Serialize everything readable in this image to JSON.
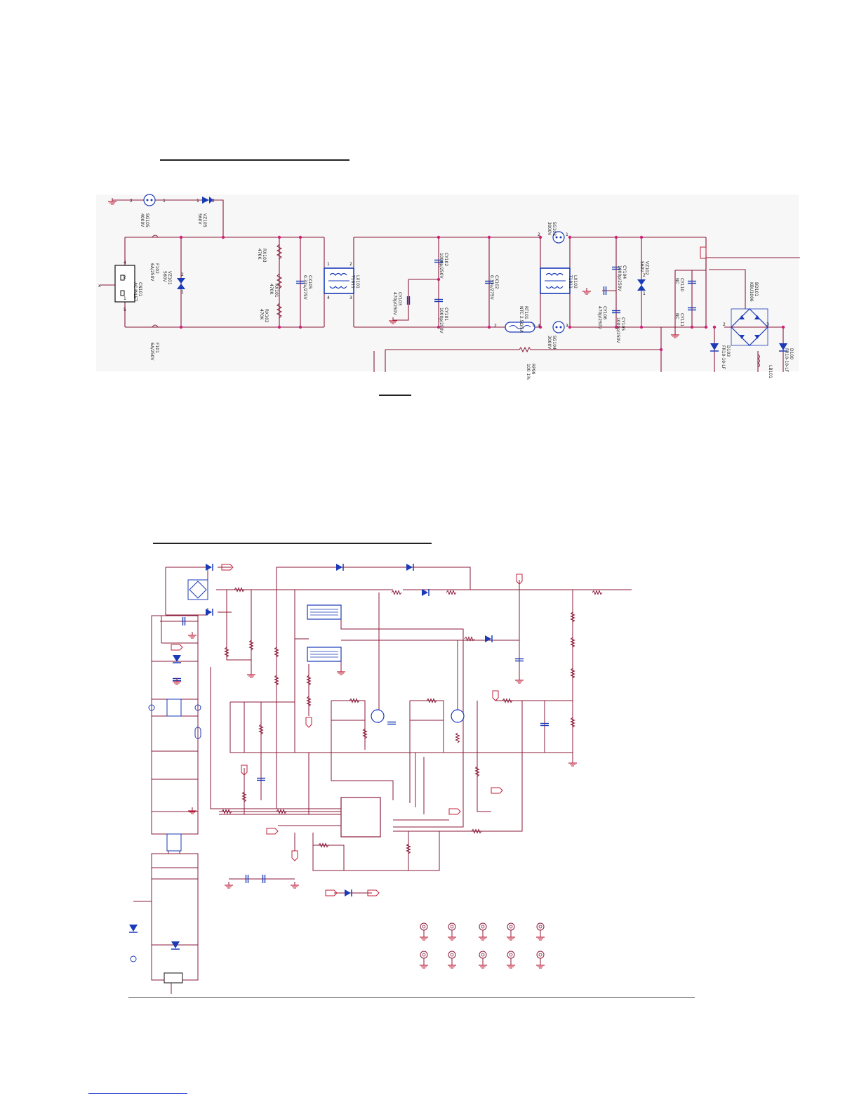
{
  "schematic_top": {
    "components": [
      {
        "ref": "CN101",
        "value": "AC INLET",
        "rot": 90
      },
      {
        "ref": "F102",
        "value": "6A/250V",
        "rot": 90
      },
      {
        "ref": "F101",
        "value": "6A/250V",
        "rot": 90
      },
      {
        "ref": "SG105",
        "value": "4000V",
        "rot": 90
      },
      {
        "ref": "VZ105",
        "value": "560V",
        "rot": 90
      },
      {
        "ref": "VZ101",
        "value": "560V",
        "rot": 90
      },
      {
        "ref": "RX103",
        "value": "470K",
        "rot": 90
      },
      {
        "ref": "RX101",
        "value": "470K",
        "rot": 90
      },
      {
        "ref": "RX102",
        "value": "470K",
        "rot": 90
      },
      {
        "ref": "CX105",
        "value": "0.33u/275V",
        "rot": 90
      },
      {
        "ref": "LX101",
        "value": "T1811",
        "rot": 90
      },
      {
        "ref": "CY102",
        "value": "1000p/250V",
        "rot": 90
      },
      {
        "ref": "CY101",
        "value": "1000p/250V",
        "rot": 90
      },
      {
        "ref": "CY103",
        "value": "470p/250V",
        "rot": 90
      },
      {
        "ref": "CX102",
        "value": "0.33u/275V",
        "rot": 90
      },
      {
        "ref": "RT101",
        "value": "NTC 2.5Ω/5A",
        "rot": 90
      },
      {
        "ref": "SG103",
        "value": "3000V",
        "rot": 90
      },
      {
        "ref": "SG104",
        "value": "3000V",
        "rot": 90
      },
      {
        "ref": "LX102",
        "value": "T1811",
        "rot": 90
      },
      {
        "ref": "CY104",
        "value": "1000p/250V",
        "rot": 90
      },
      {
        "ref": "CY105",
        "value": "1000p/250V",
        "rot": 90
      },
      {
        "ref": "CY106",
        "value": "470p/250V",
        "rot": 90
      },
      {
        "ref": "VZ102",
        "value": "560V",
        "rot": 90
      },
      {
        "ref": "CY110",
        "value": "NC",
        "rot": 90
      },
      {
        "ref": "CY111",
        "value": "NC",
        "rot": 90
      },
      {
        "ref": "BD101",
        "value": "KBU1006",
        "rot": 90
      },
      {
        "ref": "D103",
        "value": "FR10-10-LF",
        "rot": 90
      },
      {
        "ref": "D100",
        "value": "FR10-10-LF",
        "rot": 90
      },
      {
        "ref": "RP99",
        "value": "100 1%",
        "rot": 90
      },
      {
        "ref": "LB101",
        "value": "",
        "rot": 90
      }
    ]
  }
}
